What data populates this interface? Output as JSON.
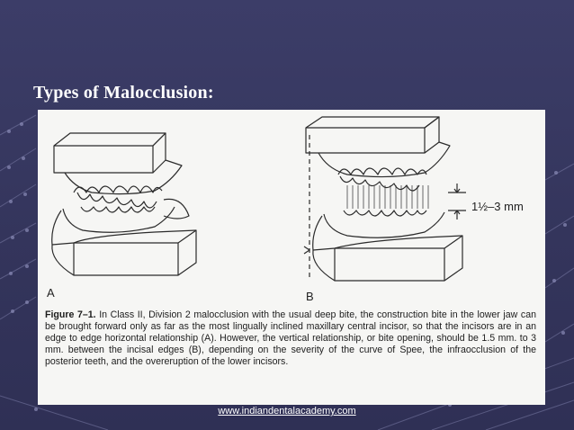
{
  "slide": {
    "title": "Types of Malocclusion:",
    "footer_link": "www.indiandentalacademy.com",
    "background_color": "#36375f",
    "decoration": "diagonal-dotted-lines"
  },
  "figure": {
    "label_a": "A",
    "label_b": "B",
    "measurement": "1½–3 mm",
    "caption_label": "Figure 7–1.",
    "caption_text": "In Class II, Division 2 malocclusion with the usual deep bite, the construction bite in the lower jaw can be brought forward only as far as the most lingually inclined maxillary central incisor, so that the incisors are in an edge to edge horizontal relationship (A). However, the vertical relationship, or bite opening, should be 1.5 mm. to 3 mm. between the incisal edges (B), depending on the severity of the curve of Spee, the infraocclusion of the posterior teeth, and the overeruption of the lower incisors."
  }
}
